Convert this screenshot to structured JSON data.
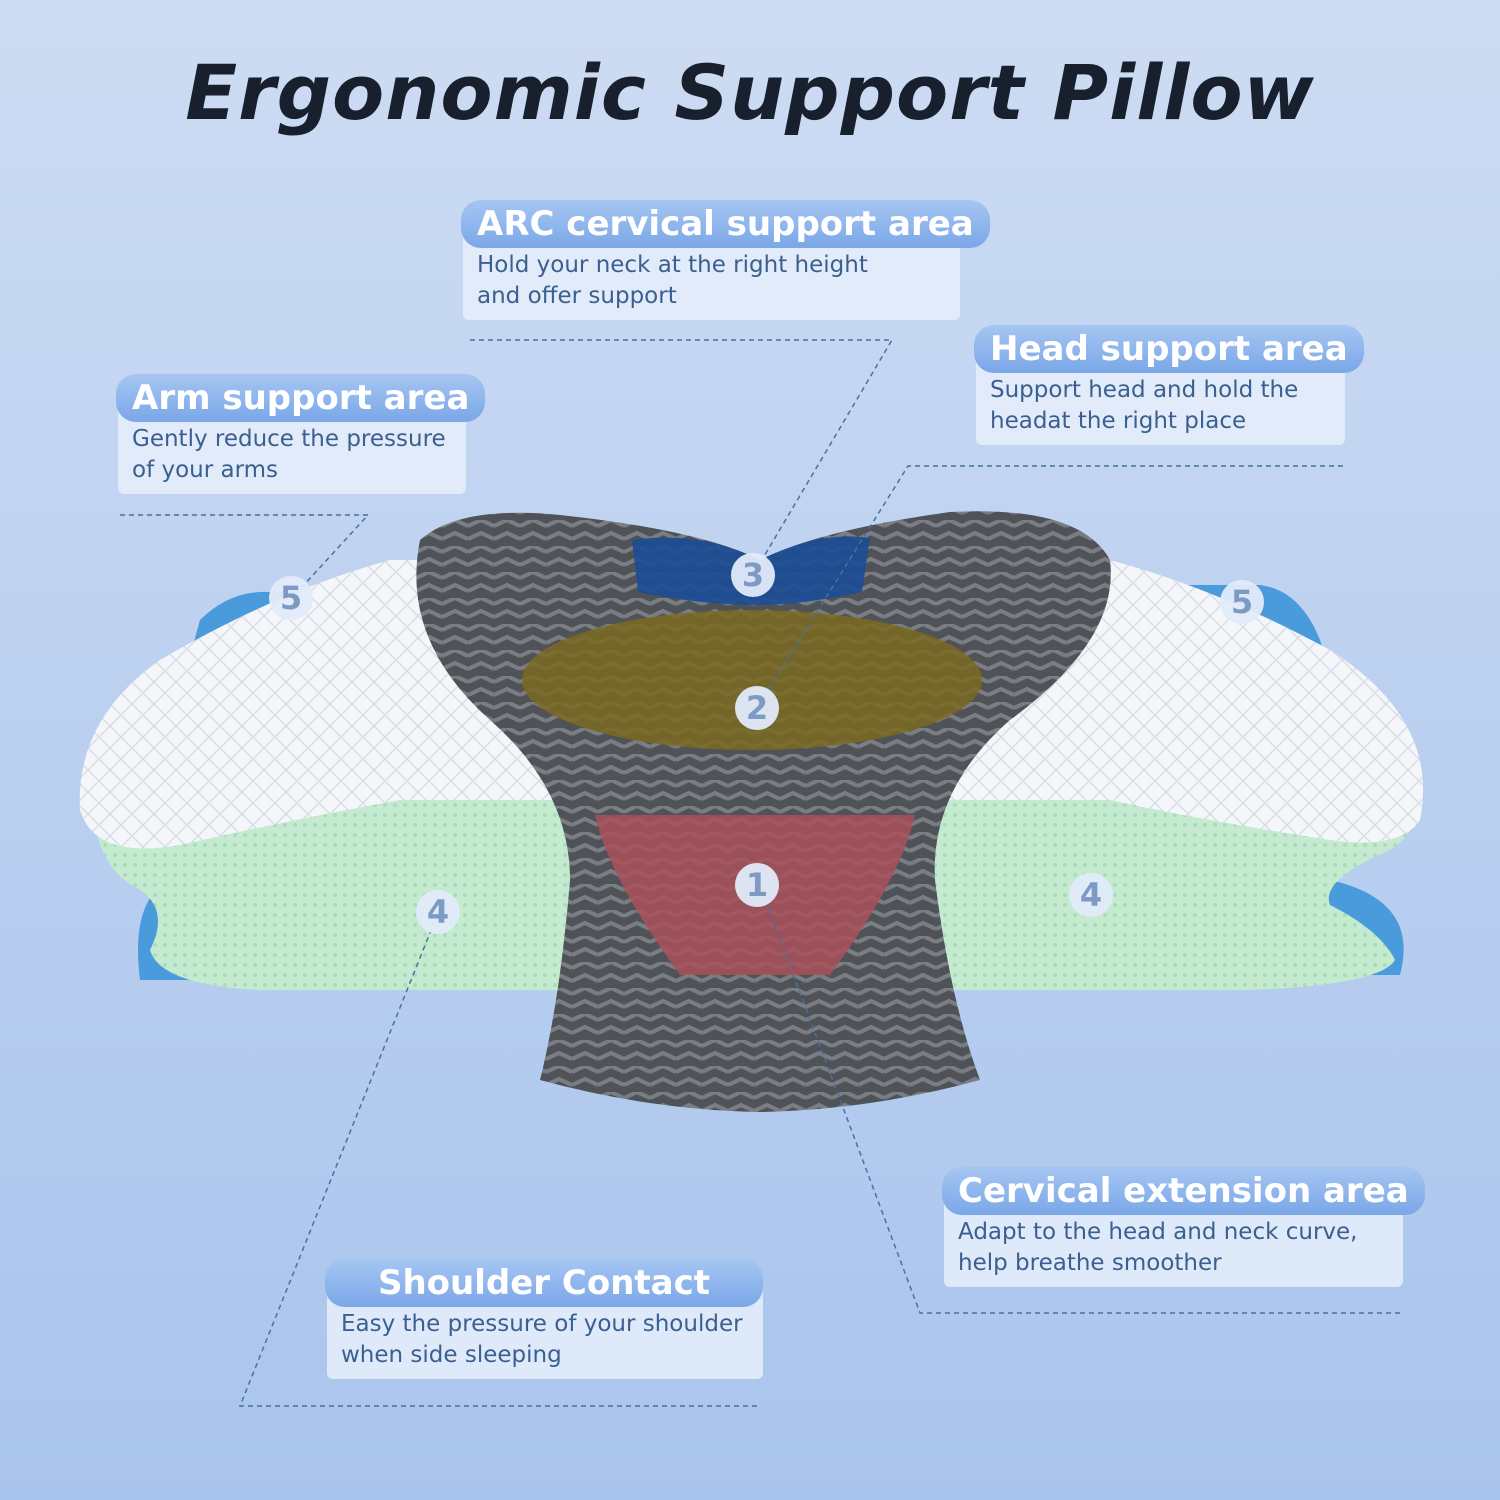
{
  "title": "Ergonomic Support Pillow",
  "callouts": {
    "arc": {
      "heading": "ARC cervical support area",
      "line1": "Hold your neck at the right height",
      "line2": "and offer support"
    },
    "head": {
      "heading": "Head support area",
      "line1": "Support head and hold the",
      "line2": "headat the right place"
    },
    "arm": {
      "heading": "Arm support area",
      "line1": "Gently reduce the pressure",
      "line2": "of your arms"
    },
    "cervical": {
      "heading": "Cervical extension area",
      "line1": "Adapt to the head and neck curve,",
      "line2": "help breathe smoother"
    },
    "shoulder": {
      "heading": "Shoulder Contact",
      "line1": "Easy the pressure of your shoulder",
      "line2": "when side sleeping"
    }
  },
  "markers": {
    "m1": "1",
    "m2": "2",
    "m3": "3",
    "m4a": "4",
    "m4b": "4",
    "m5a": "5",
    "m5b": "5"
  },
  "colors": {
    "zone1": "#a9505a",
    "zone2": "#7a6a20",
    "zone3": "#1b4c96",
    "mesh_gray": "#5a5d62",
    "white_foam": "#f3f6fa",
    "green_mesh": "#bfe8c9",
    "blue_base": "#4d9ede"
  },
  "icons": {
    "product": "contour-pillow-illustration"
  }
}
